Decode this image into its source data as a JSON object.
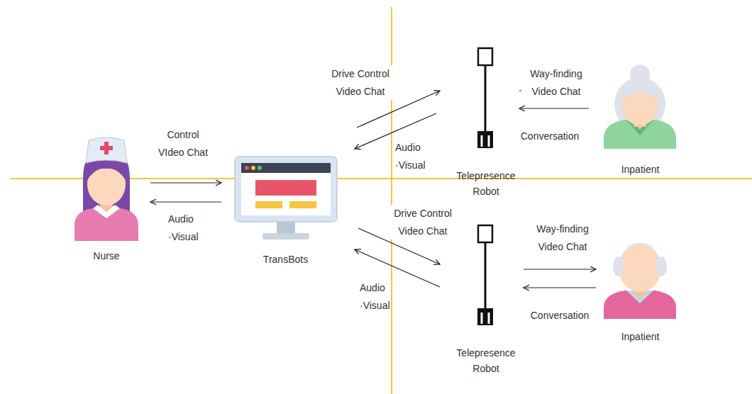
{
  "diagram": {
    "nodes": [
      {
        "text": [
          "Nurse"
        ]
      },
      {
        "text": [
          "TransBots"
        ]
      },
      {
        "text": [
          "Telepresence Robot"
        ]
      },
      {
        "text": [
          "Inpatient"
        ]
      },
      {
        "text": [
          "Telepresence Robot"
        ]
      },
      {
        "text": [
          "Inpatient"
        ]
      }
    ],
    "edges": [
      {
        "from": 0,
        "to": 1,
        "label": "Control VIdeo Chat",
        "arrow": "to"
      },
      {
        "from": 1,
        "to": 0,
        "label": "Audio ·Visual",
        "arrow": "to"
      },
      {
        "from": 1,
        "to": 2,
        "label": "Drive Control Video Chat",
        "arrow": "to"
      },
      {
        "from": 2,
        "to": 1,
        "label": "Audio ·Visual",
        "arrow": "to"
      },
      {
        "from": 2,
        "to": 3,
        "label": "Way-finding Video Chat",
        "arrow": "to"
      },
      {
        "from": 3,
        "to": 2,
        "label": "Conversation",
        "arrow": "to"
      },
      {
        "from": 1,
        "to": 4,
        "label": "Drive Control Video Chat",
        "arrow": "to"
      },
      {
        "from": 4,
        "to": 1,
        "label": "Audio ·Visual",
        "arrow": "to"
      },
      {
        "from": 4,
        "to": 5,
        "label": "Way-finding Video Chat",
        "arrow": "to"
      },
      {
        "from": 5,
        "to": 4,
        "label": "Conversation",
        "arrow": "to"
      }
    ]
  }
}
